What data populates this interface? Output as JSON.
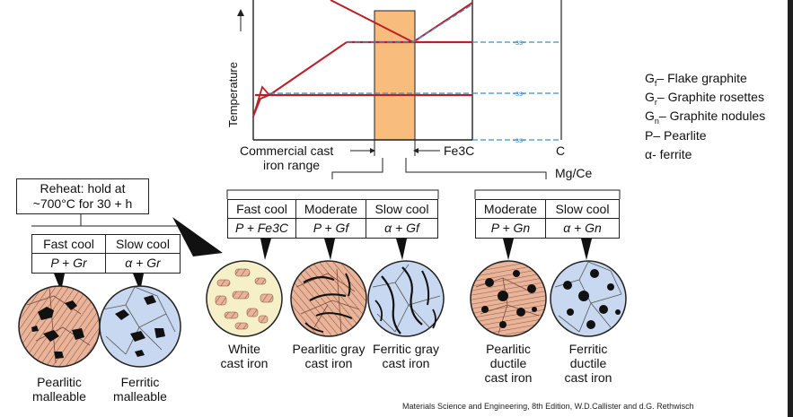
{
  "colors": {
    "liquidus": "#b8202a",
    "dashed": "#3f8fc8",
    "band": "#f8bc7c",
    "pearlite": "#e8b49a",
    "ferrite": "#c8d8f0",
    "cementite": "#f5f0c8",
    "graphite": "#111111"
  },
  "phase_diagram": {
    "ylabel": "Temperature",
    "break_marks": [
      "-ss-",
      "-ss-",
      "-ss-"
    ],
    "label_commercial": "Commercial cast",
    "label_range": "iron range",
    "label_fe3c": "Fe3C",
    "label_c": "C"
  },
  "legend": [
    {
      "sym": "G",
      "sub": "f",
      "text": "– Flake graphite"
    },
    {
      "sym": "G",
      "sub": "r",
      "text": "– Graphite rosettes"
    },
    {
      "sym": "G",
      "sub": "n",
      "text": "– Graphite nodules"
    },
    {
      "sym": "P",
      "sub": "",
      "text": "– Pearlite"
    },
    {
      "sym": "α",
      "sub": "",
      "text": "- ferrite"
    }
  ],
  "mgce_label": "Mg/Ce",
  "reheat": {
    "line1": "Reheat: hold at",
    "line2": "~700°C for 30 + h"
  },
  "malleable_table": {
    "headers": [
      "Fast cool",
      "Slow cool"
    ],
    "values": [
      "P + Gr",
      "α + Gr"
    ]
  },
  "gray_table": {
    "headers": [
      "Fast cool",
      "Moderate",
      "Slow cool"
    ],
    "values": [
      "P + Fe3C",
      "P + Gf",
      "α + Gf"
    ]
  },
  "ductile_table": {
    "headers": [
      "Moderate",
      "Slow cool"
    ],
    "values": [
      "P + Gn",
      "α + Gn"
    ]
  },
  "microstructures": [
    {
      "l1": "Pearlitic",
      "l2": "malleable",
      "l3": ""
    },
    {
      "l1": "Ferritic",
      "l2": "malleable",
      "l3": ""
    },
    {
      "l1": "White",
      "l2": "cast iron",
      "l3": ""
    },
    {
      "l1": "Pearlitic gray",
      "l2": "cast iron",
      "l3": ""
    },
    {
      "l1": "Ferritic gray",
      "l2": "cast iron",
      "l3": ""
    },
    {
      "l1": "Pearlitic",
      "l2": "ductile",
      "l3": "cast iron"
    },
    {
      "l1": "Ferritic",
      "l2": "ductile",
      "l3": "cast iron"
    }
  ],
  "citation": "Materials Science and Engineering, 8th Edition, W.D.Callister and d.G. Rethwisch"
}
